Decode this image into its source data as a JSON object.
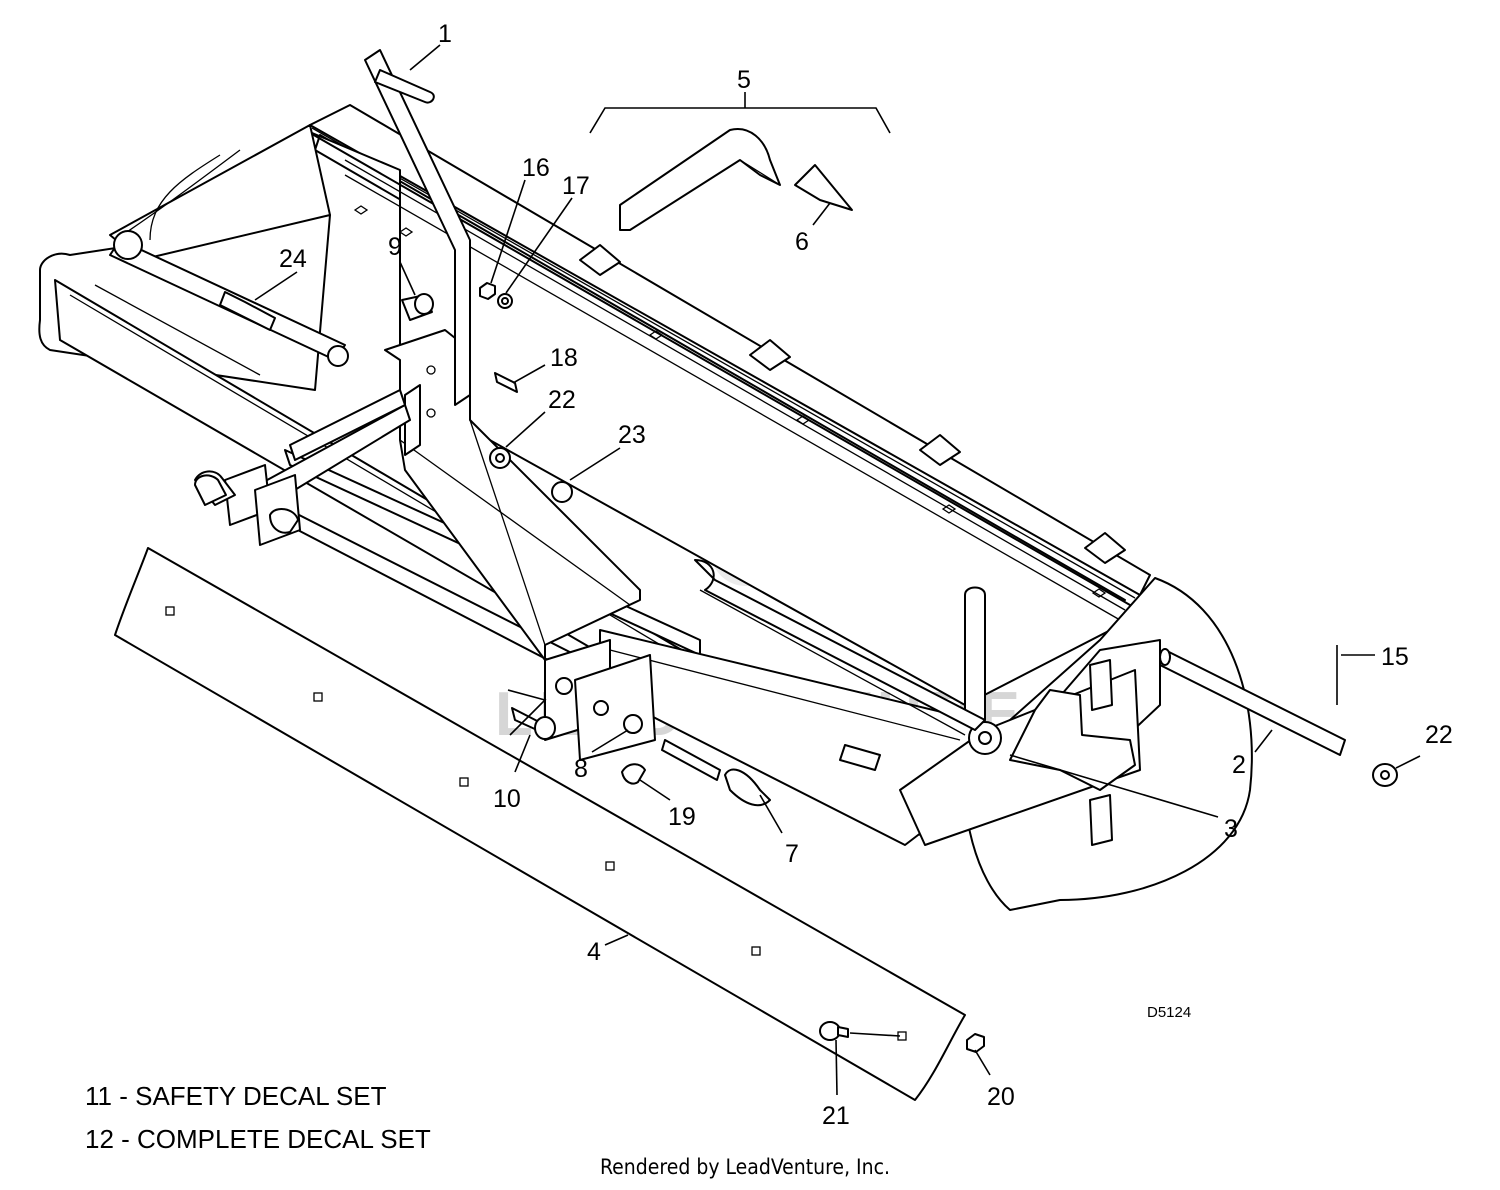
{
  "diagram": {
    "code": "D5124",
    "callouts": [
      {
        "id": "c1",
        "text": "1"
      },
      {
        "id": "c2",
        "text": "2"
      },
      {
        "id": "c3",
        "text": "3"
      },
      {
        "id": "c4",
        "text": "4"
      },
      {
        "id": "c5",
        "text": "5"
      },
      {
        "id": "c6",
        "text": "6"
      },
      {
        "id": "c7",
        "text": "7"
      },
      {
        "id": "c8",
        "text": "8"
      },
      {
        "id": "c9",
        "text": "9"
      },
      {
        "id": "c10",
        "text": "10"
      },
      {
        "id": "c15",
        "text": "15"
      },
      {
        "id": "c16",
        "text": "16"
      },
      {
        "id": "c17",
        "text": "17"
      },
      {
        "id": "c18",
        "text": "18"
      },
      {
        "id": "c19",
        "text": "19"
      },
      {
        "id": "c20",
        "text": "20"
      },
      {
        "id": "c21",
        "text": "21"
      },
      {
        "id": "c22a",
        "text": "22"
      },
      {
        "id": "c22b",
        "text": "22"
      },
      {
        "id": "c23",
        "text": "23"
      },
      {
        "id": "c24",
        "text": "24"
      }
    ],
    "decal_notes": [
      "11 - SAFETY DECAL SET",
      "12 - COMPLETE DECAL SET"
    ]
  },
  "watermark": "LEADVENTURE",
  "footer": "Rendered by LeadVenture, Inc."
}
